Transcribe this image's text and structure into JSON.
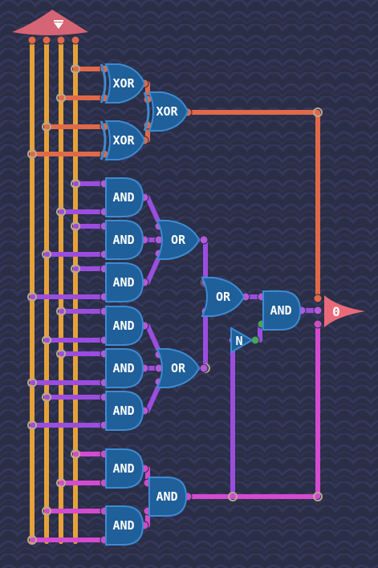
{
  "colors": {
    "background": "#2b2e47",
    "pattern": "#34385a",
    "gate_fill": "#1f5f9a",
    "gate_stroke": "#3d8bd3",
    "wire_input": "#e5a23a",
    "wire_xor": "#e0694a",
    "wire_purple": "#9b4de0",
    "wire_magenta": "#d34bd0",
    "pin_red": "#e0694a",
    "pin_purple": "#b35ad8",
    "pin_magenta": "#c94fc6",
    "pin_green": "#4aa35a",
    "io_marker": "#e86a7a"
  },
  "input_marker": {
    "icon": "triangle-down-icon"
  },
  "output_marker": {
    "label": "0",
    "icon": "arrow-right-icon"
  },
  "gates": {
    "xor_a": "XOR",
    "xor_b": "XOR",
    "xor_c": "XOR",
    "and_1": "AND",
    "and_2": "AND",
    "and_3": "AND",
    "and_4": "AND",
    "and_5": "AND",
    "and_6": "AND",
    "or_1": "OR",
    "or_2": "OR",
    "or_3": "OR",
    "and_main": "AND",
    "not_gate": "N",
    "and_7": "AND",
    "and_8": "AND",
    "and_9": "AND"
  }
}
